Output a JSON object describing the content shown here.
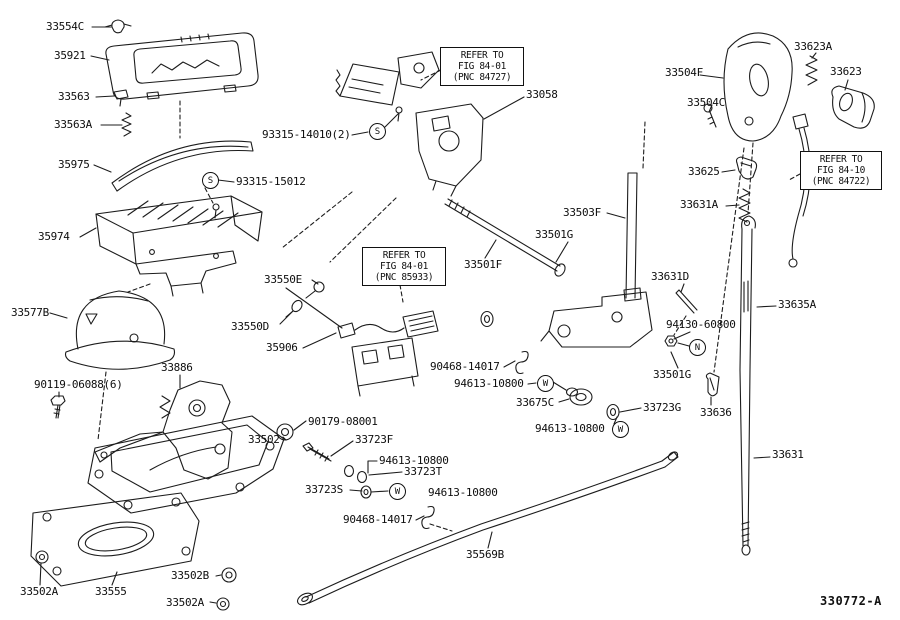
{
  "diagram_code": "330772-A",
  "labels": {
    "p33554C": "33554C",
    "p35921": "35921",
    "p33563": "33563",
    "p33563A": "33563A",
    "p35975": "35975",
    "p93315_14010": "93315-14010(2)",
    "p93315_15012": "93315-15012",
    "p35974": "35974",
    "p33058": "33058",
    "p33623A": "33623A",
    "p33504F": "33504F",
    "p33623": "33623",
    "p33504C": "33504C",
    "p33625": "33625",
    "p33631A": "33631A",
    "p33503F": "33503F",
    "p33501G_1": "33501G",
    "p33501F": "33501F",
    "p33550E": "33550E",
    "p33577B": "33577B",
    "p33550D": "33550D",
    "p35906": "35906",
    "p33631D": "33631D",
    "p33635A": "33635A",
    "p94130_60800": "94130-60800",
    "p33886": "33886",
    "p90468_14017_a": "90468-14017",
    "p94613_10800_a": "94613-10800",
    "p33675C": "33675C",
    "p33501G_2": "33501G",
    "p90119_06088": "90119-06088(6)",
    "p33723G": "33723G",
    "p33636": "33636",
    "p90179_08001": "90179-08001",
    "p33502": "33502",
    "p33723F": "33723F",
    "p94613_10800_b": "94613-10800",
    "p94613_10800_c": "94613-10800",
    "p33723T": "33723T",
    "p33723S": "33723S",
    "p94613_10800_d": "94613-10800",
    "p90468_14017_b": "90468-14017",
    "p33631": "33631",
    "p35569B": "35569B",
    "p33502B": "33502B",
    "p33555": "33555",
    "p33502A_1": "33502A",
    "p33502A_2": "33502A"
  },
  "refs": {
    "r84727": {
      "l1": "REFER TO",
      "l2": "FIG 84-01",
      "l3": "(PNC 84727)"
    },
    "r85933": {
      "l1": "REFER TO",
      "l2": "FIG 84-01",
      "l3": "(PNC 85933)"
    },
    "r84722": {
      "l1": "REFER TO",
      "l2": "FIG 84-10",
      "l3": "(PNC 84722)"
    }
  },
  "symbols": {
    "s1": "S",
    "s2": "S",
    "w1": "W",
    "w2": "W",
    "w3": "W",
    "n1": "N"
  }
}
